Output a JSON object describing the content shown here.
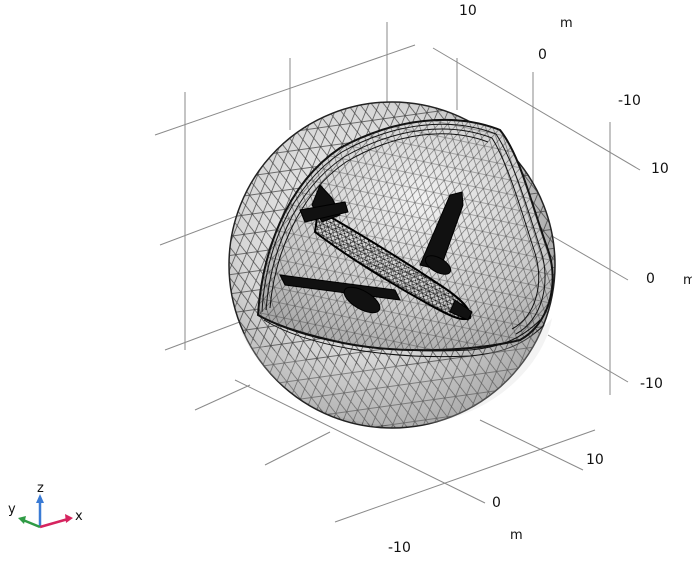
{
  "scene": {
    "unit_label": "m",
    "ticks": {
      "top_right": [
        "10",
        "0",
        "-10"
      ],
      "right": [
        "10",
        "0",
        "-10"
      ],
      "bottom": [
        "10",
        "0",
        "-10"
      ]
    },
    "colors": {
      "grid": "#8a8a8a",
      "mesh_edge": "#2a2a2a",
      "sphere_light": "#e9e9e9",
      "sphere_mid": "#cfcfcf",
      "sphere_dark": "#9d9d9d",
      "aircraft": "#111111"
    }
  },
  "triad": {
    "x_label": "x",
    "y_label": "y",
    "z_label": "z",
    "colors": {
      "x": "#d6245f",
      "y": "#2f9b45",
      "z": "#3a7bd5"
    }
  }
}
